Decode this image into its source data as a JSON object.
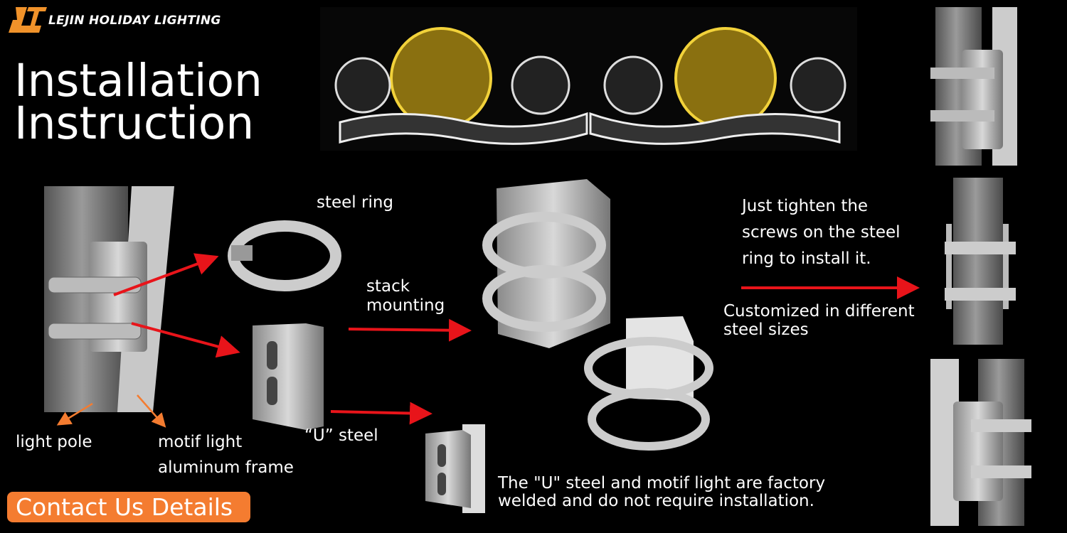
{
  "brand": {
    "name": "LEJIN HOLIDAY LIGHTING",
    "logo_color": "#f0922a"
  },
  "title": {
    "line1": "Installation",
    "line2": "Instruction"
  },
  "labels": {
    "steel_ring": "steel ring",
    "stack_mounting_1": "stack",
    "stack_mounting_2": "mounting",
    "u_steel": "“U”  steel",
    "light_pole": "light pole",
    "motif_light_1": "motif light",
    "motif_light_2": "aluminum frame",
    "tighten_1": "Just tighten the",
    "tighten_2": "screws on the steel",
    "tighten_3": "ring to install it.",
    "custom_1": "Customized in different",
    "custom_2": "steel sizes",
    "welded_1": "The \"U\" steel and motif light are factory",
    "welded_2": "welded and do not require installation."
  },
  "contact_button": "Contact Us Details",
  "colors": {
    "accent": "#f47c30",
    "arrow": "#e8141a",
    "motif_gold": "#e2b814"
  }
}
